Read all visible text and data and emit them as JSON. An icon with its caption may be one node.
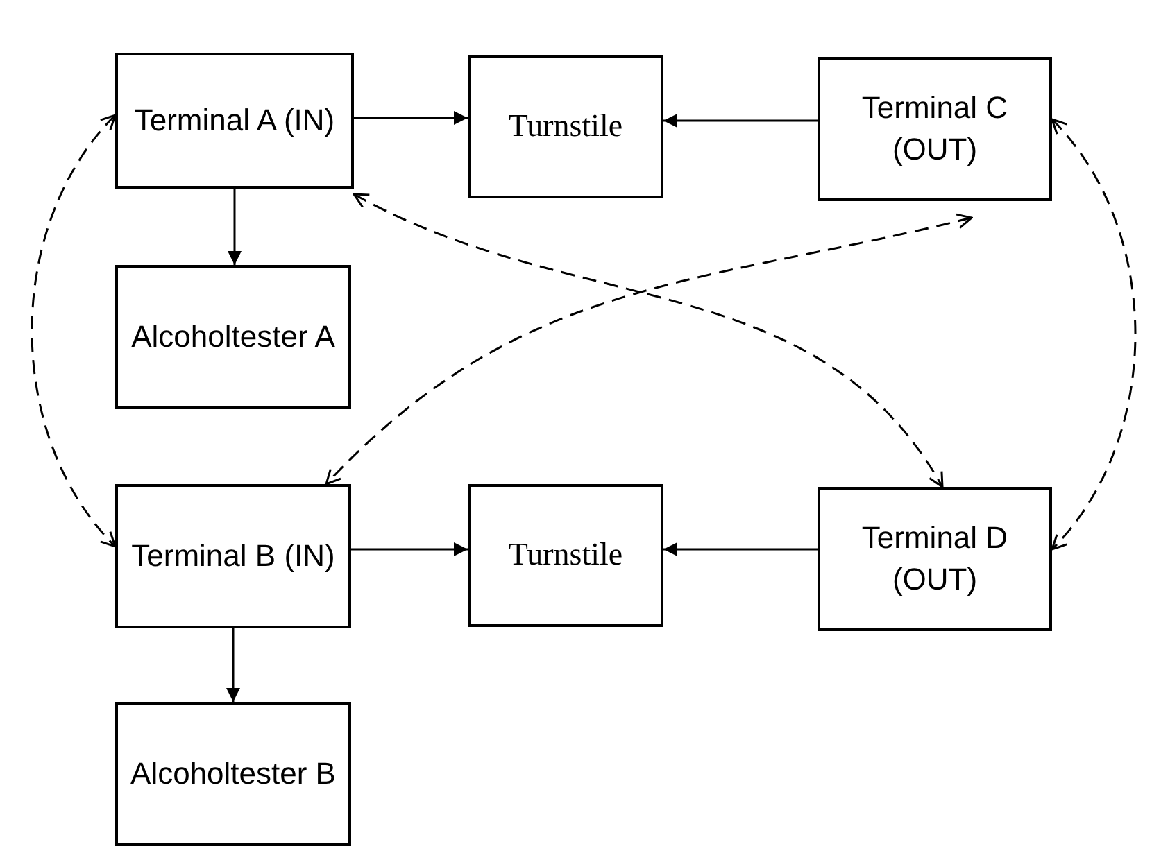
{
  "diagram": {
    "nodes": [
      {
        "text": [
          "Terminal A (IN)"
        ]
      },
      {
        "text": [
          "Turnstile"
        ]
      },
      {
        "text": [
          "Terminal C (OUT)"
        ]
      },
      {
        "text": [
          "Alcoholtester A"
        ]
      },
      {
        "text": [
          "Terminal B (IN)"
        ]
      },
      {
        "text": [
          "Turnstile"
        ]
      },
      {
        "text": [
          "Terminal D (OUT)"
        ]
      },
      {
        "text": [
          "Alcoholtester B"
        ]
      }
    ],
    "edges": [
      {
        "from": 0,
        "to": 1,
        "arrow": "to"
      },
      {
        "from": 2,
        "to": 1,
        "arrow": "to"
      },
      {
        "from": 0,
        "to": 3,
        "arrow": "to"
      },
      {
        "from": 4,
        "to": 5,
        "arrow": "to"
      },
      {
        "from": 6,
        "to": 5,
        "arrow": "to"
      },
      {
        "from": 4,
        "to": 7,
        "arrow": "to"
      },
      {
        "from": 0,
        "to": 4,
        "arrow": "both",
        "style": "dashed"
      },
      {
        "from": 2,
        "to": 6,
        "arrow": "both",
        "style": "dashed"
      },
      {
        "from": 0,
        "to": 6,
        "arrow": "both",
        "style": "dashed"
      },
      {
        "from": 2,
        "to": 4,
        "arrow": "both",
        "style": "dashed"
      }
    ]
  }
}
